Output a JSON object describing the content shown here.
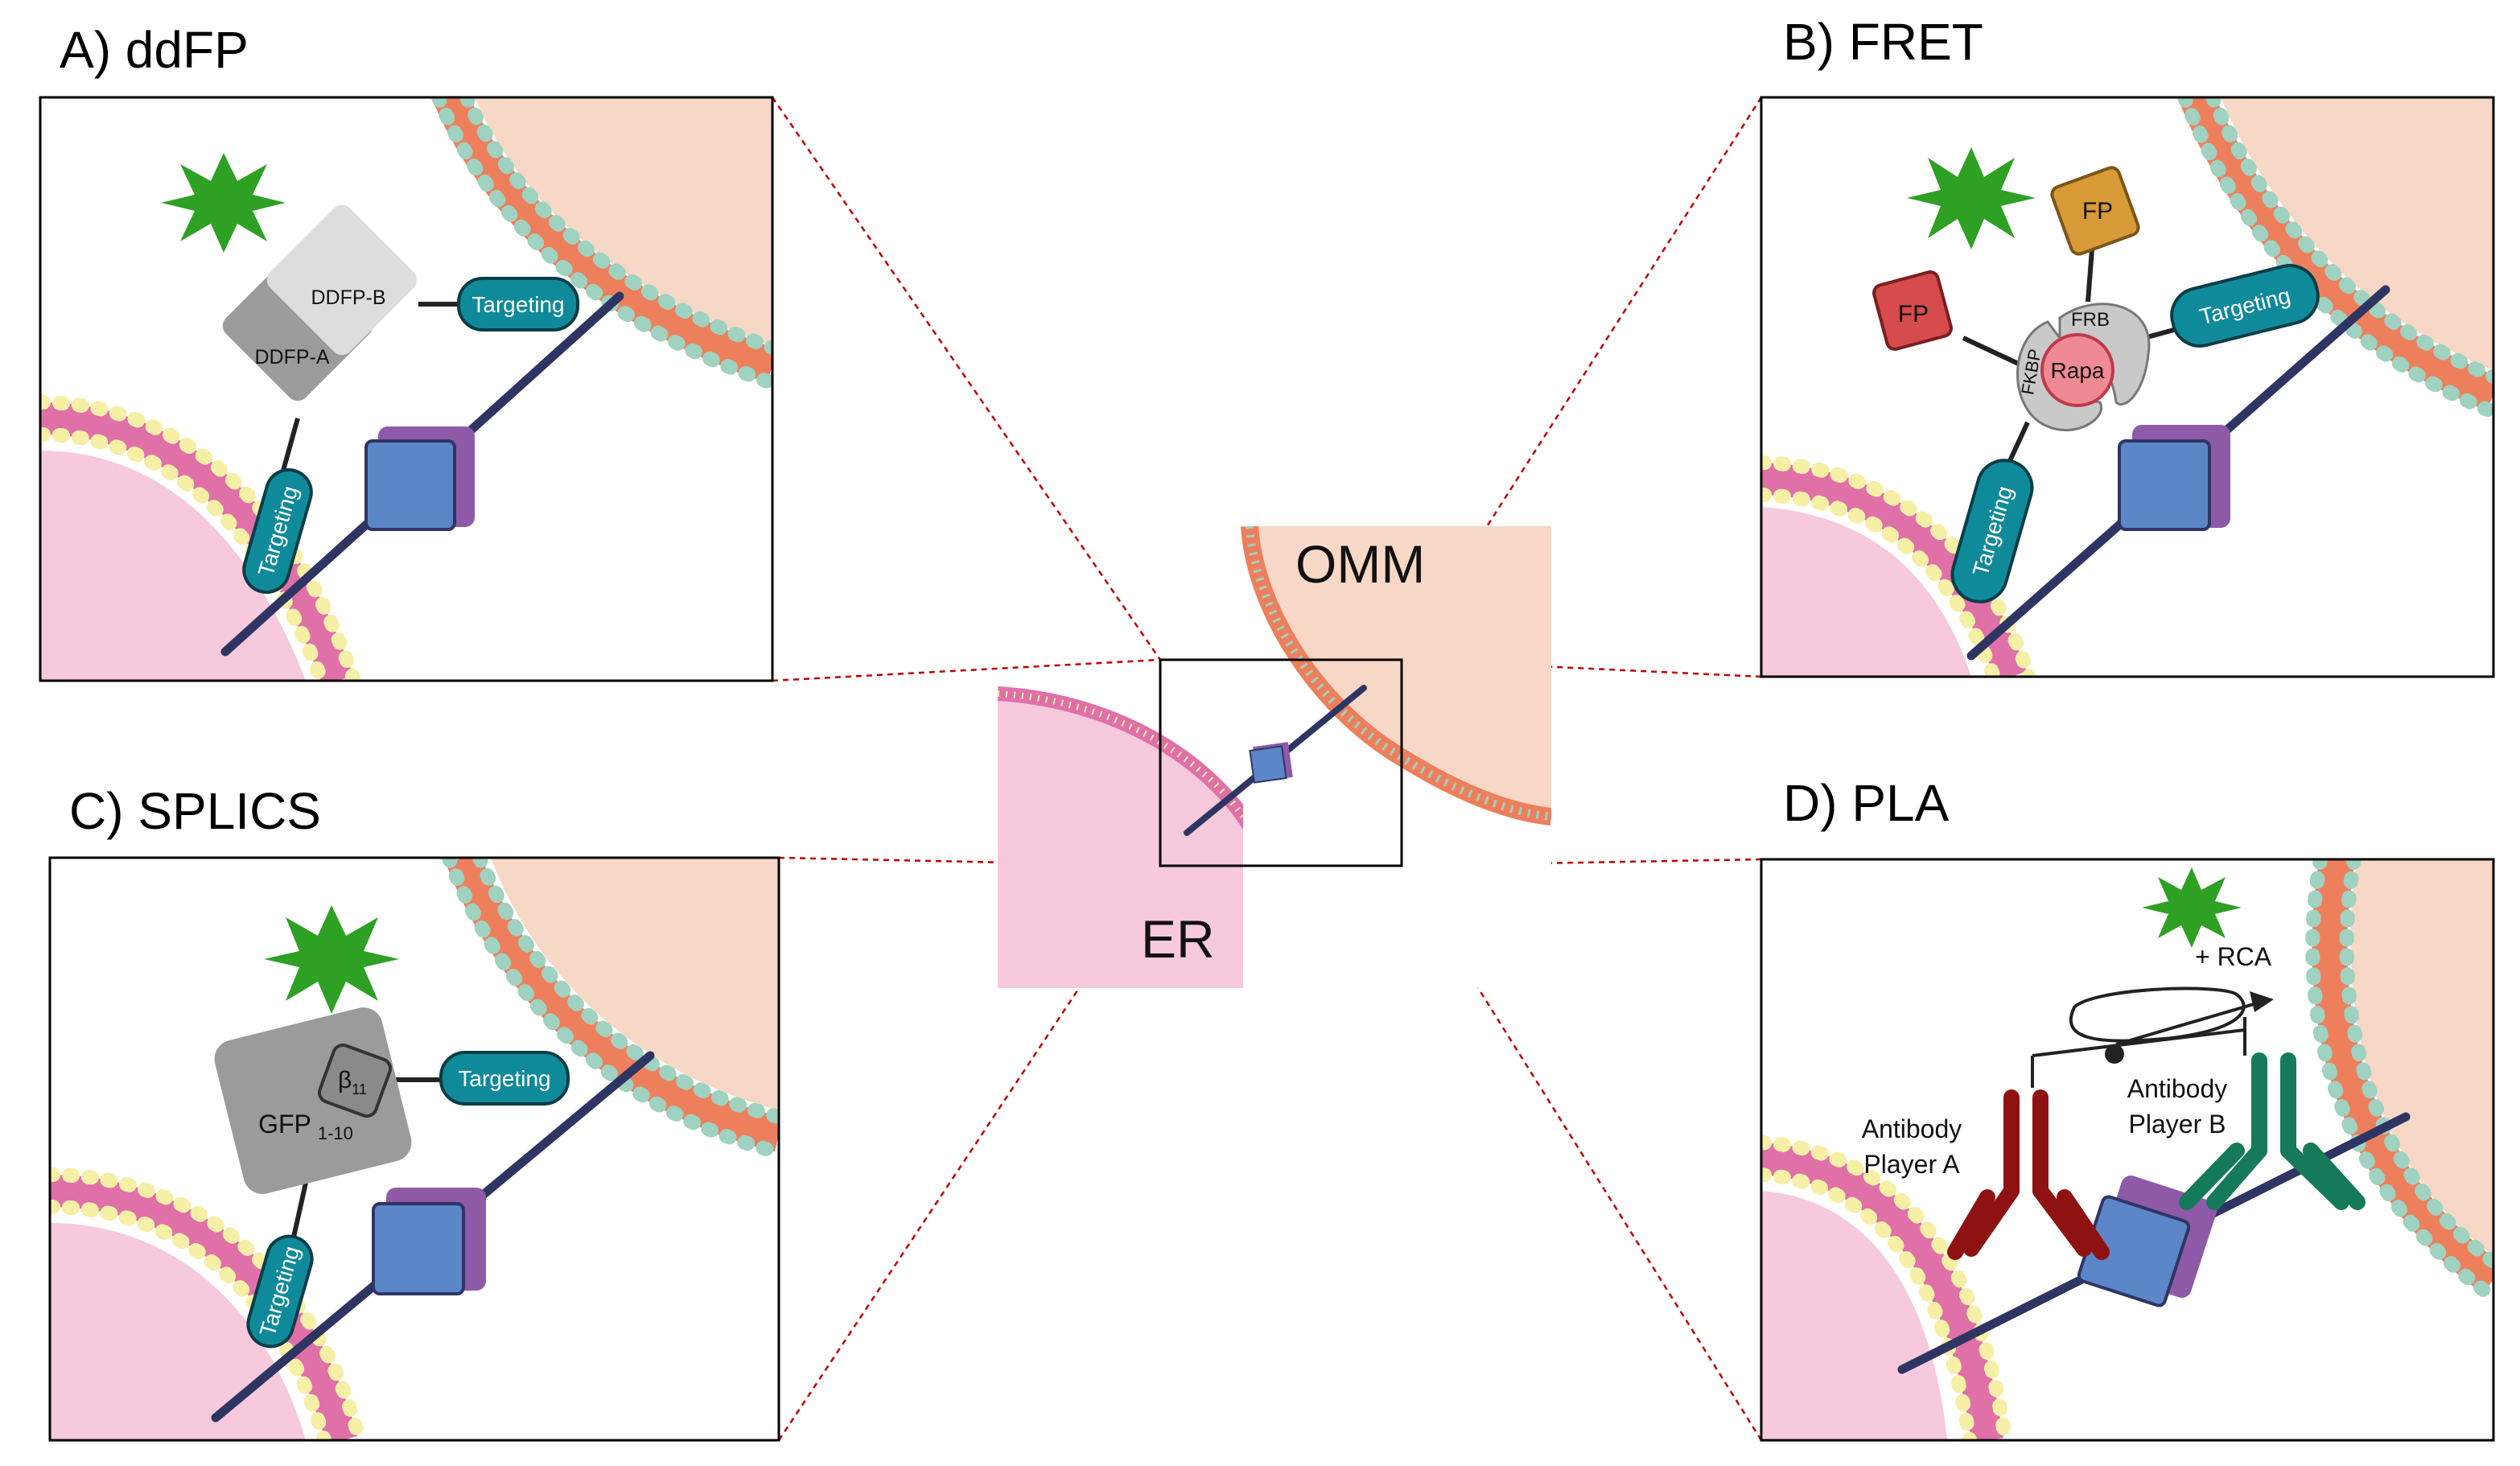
{
  "panels": {
    "a": {
      "title": "A) ddFP",
      "domain_a": "DDFP-A",
      "domain_b": "DDFP-B",
      "targeting": "Targeting"
    },
    "b": {
      "title": "B) FRET",
      "fp": "FP",
      "frb": "FRB",
      "fkbp": "FKBP",
      "rapa": "Rapa",
      "targeting": "Targeting"
    },
    "c": {
      "title": "C) SPLICS",
      "gfp": "GFP",
      "gfp_sub": "1-10",
      "beta": "β",
      "beta_sub": "11",
      "targeting": "Targeting"
    },
    "d": {
      "title": "D) PLA",
      "rca": "+ RCA",
      "antibody_a": [
        "Antibody",
        "Player A"
      ],
      "antibody_b": [
        "Antibody",
        "Player B"
      ]
    }
  },
  "center": {
    "omm_label": "OMM",
    "er_label": "ER"
  },
  "colors": {
    "er_fill": "#f6c9dc",
    "er_bead": "#f6efa6",
    "er_tail": "#e070a8",
    "omm_fill": "#f7d7c6",
    "omm_bead": "#9fd2c0",
    "omm_tail": "#ee7f5c",
    "tether": "#2f3563",
    "cube_blue": "#5b86c8",
    "cube_purple": "#8e5aa8",
    "targeting": "#0f8a9a",
    "star": "#2ea024",
    "fp_red": "#d64b4b",
    "fp_orange": "#d89a37",
    "rapa": "#ef8a94",
    "grey_dark": "#9b9b9b",
    "grey_light": "#dddddd",
    "antibody_red": "#8f1212",
    "antibody_green": "#157a5a",
    "zoom_line": "#c00000"
  }
}
